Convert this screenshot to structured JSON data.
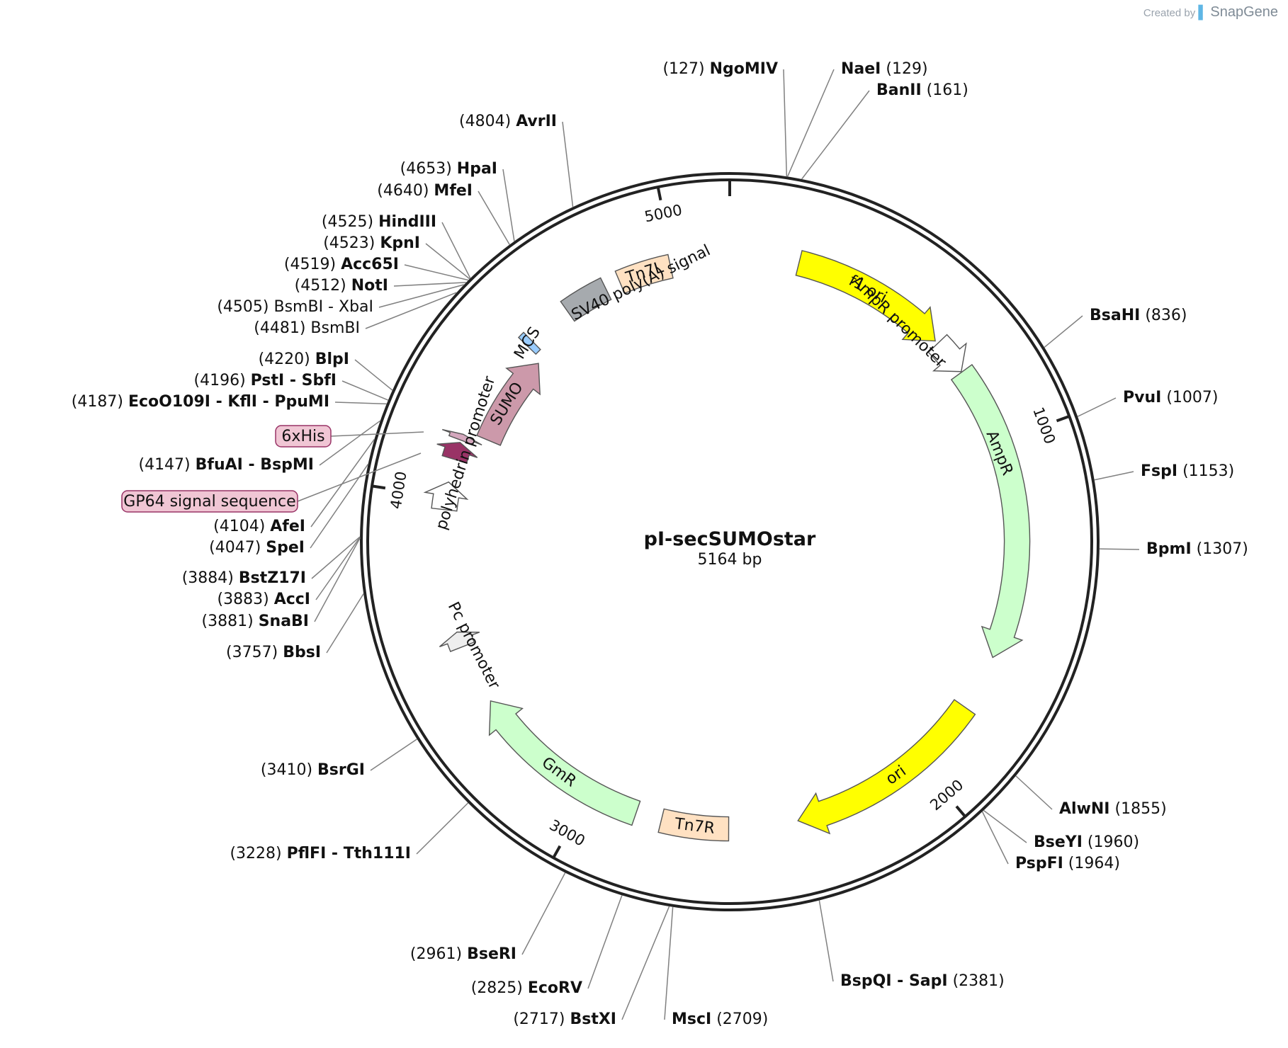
{
  "credit": {
    "prefix": "Created by",
    "brand": "SnapGene"
  },
  "plasmid": {
    "name": "pI-secSUMOstar",
    "size_label": "5164 bp",
    "length": 5164
  },
  "ticks": [
    {
      "pos": 1000,
      "label": "1000"
    },
    {
      "pos": 2000,
      "label": "2000"
    },
    {
      "pos": 3000,
      "label": "3000"
    },
    {
      "pos": 4000,
      "label": "4000"
    },
    {
      "pos": 5000,
      "label": "5000"
    }
  ],
  "features": [
    {
      "id": "f1-ori",
      "label": "f1 ori",
      "start": 200,
      "end": 655,
      "color": "#ffff00",
      "radius": 0.78,
      "direction": 1,
      "label_inside": true
    },
    {
      "id": "amp-r-promoter",
      "label": "AmpR promoter",
      "start": 665,
      "end": 770,
      "color": "#ffffff",
      "radius": 0.78,
      "direction": 1,
      "label_inside": false
    },
    {
      "id": "amp-r",
      "label": "AmpR",
      "start": 772,
      "end": 1632,
      "color": "#ccffcc",
      "radius": 0.78,
      "direction": 1,
      "label_inside": false
    },
    {
      "id": "ori",
      "label": "ori",
      "start": 1795,
      "end": 2385,
      "color": "#ffff00",
      "radius": 0.78,
      "direction": 1,
      "label_inside": true
    },
    {
      "id": "tn7r",
      "label": "Tn7R",
      "start": 2585,
      "end": 2780,
      "color": "#ffe1c2",
      "radius": 0.78,
      "direction": 0,
      "label_inside": true
    },
    {
      "id": "gm-r",
      "label": "GmR",
      "start": 2855,
      "end": 3390,
      "color": "#ccffcc",
      "radius": 0.78,
      "direction": 1,
      "label_inside": true
    },
    {
      "id": "pc-promoter",
      "label": "Pc promoter",
      "start": 3565,
      "end": 3610,
      "color": "#eeeeee",
      "radius": 0.78,
      "direction": 1,
      "label_inside": false
    },
    {
      "id": "polyhedrin-promoter-arrow",
      "label": "",
      "start": 3965,
      "end": 4045,
      "color": "#ffffff",
      "radius": 0.78,
      "direction": 1,
      "label_inside": false
    },
    {
      "id": "gp64-signal-sequence",
      "label": "",
      "start": 4112,
      "end": 4163,
      "color": "#993366",
      "radius": 0.78,
      "direction": 1,
      "label_inside": false
    },
    {
      "id": "6xhis",
      "label": "",
      "start": 4170,
      "end": 4188,
      "color": "#d4a7bd",
      "radius": 0.78,
      "direction": 1,
      "label_inside": false
    },
    {
      "id": "sumo",
      "label": "SUMO",
      "start": 4200,
      "end": 4490,
      "color": "#cc99aa",
      "radius": 0.71,
      "direction": 1,
      "label_inside": true
    },
    {
      "id": "mcs",
      "label": "MCS",
      "start": 4505,
      "end": 4525,
      "color": "#99ccff",
      "radius": 0.765,
      "direction": 0,
      "label_inside": false
    },
    {
      "id": "sv40-poly-a-signal",
      "label": "SV40 poly(A) signal",
      "start": 4660,
      "end": 4790,
      "color": "#a6aaae",
      "radius": 0.765,
      "direction": 0,
      "label_inside": false
    },
    {
      "id": "tn7l",
      "label": "Tn7L",
      "start": 4835,
      "end": 4990,
      "color": "#ffe1c2",
      "radius": 0.765,
      "direction": 0,
      "label_inside": true
    }
  ],
  "inner_labels": [
    {
      "id": "ampr-promoter-label",
      "text": "AmpR promoter"
    },
    {
      "id": "ampr-label",
      "text": "AmpR"
    },
    {
      "id": "pc-promoter-label",
      "text": "Pc promoter"
    },
    {
      "id": "polyhedrin-promoter-label",
      "text": "polyhedrin promoter"
    },
    {
      "id": "mcs-label",
      "text": "MCS"
    },
    {
      "id": "sv40-label",
      "text": "SV40 poly(A) signal"
    }
  ],
  "sites": [
    {
      "name": "NgoMIV",
      "pos": 127,
      "bold": true,
      "label_pos": "(127)",
      "num_first": true
    },
    {
      "name": "NaeI",
      "pos": 129,
      "bold": true,
      "label_pos": "(129)",
      "num_first": false
    },
    {
      "name": "BanII",
      "pos": 161,
      "bold": true,
      "label_pos": "(161)",
      "num_first": false
    },
    {
      "name": "BsaHI",
      "pos": 836,
      "bold": true,
      "label_pos": "(836)",
      "num_first": false
    },
    {
      "name": "PvuI",
      "pos": 1007,
      "bold": true,
      "label_pos": "(1007)",
      "num_first": false
    },
    {
      "name": "FspI",
      "pos": 1153,
      "bold": true,
      "label_pos": "(1153)",
      "num_first": false
    },
    {
      "name": "BpmI",
      "pos": 1307,
      "bold": true,
      "label_pos": "(1307)",
      "num_first": false
    },
    {
      "name": "AlwNI",
      "pos": 1855,
      "bold": true,
      "label_pos": "(1855)",
      "num_first": false
    },
    {
      "name": "BseYI",
      "pos": 1960,
      "bold": true,
      "label_pos": "(1960)",
      "num_first": false
    },
    {
      "name": "PspFI",
      "pos": 1964,
      "bold": true,
      "label_pos": "(1964)",
      "num_first": false
    },
    {
      "name": "BspQI - SapI",
      "pos": 2381,
      "bold": true,
      "label_pos": "(2381)",
      "num_first": false
    },
    {
      "name": "MscI",
      "pos": 2709,
      "bold": true,
      "label_pos": "(2709)",
      "num_first": false
    },
    {
      "name": "BstXI",
      "pos": 2717,
      "bold": true,
      "label_pos": "(2717)",
      "num_first": true
    },
    {
      "name": "EcoRV",
      "pos": 2825,
      "bold": true,
      "label_pos": "(2825)",
      "num_first": true
    },
    {
      "name": "BseRI",
      "pos": 2961,
      "bold": true,
      "label_pos": "(2961)",
      "num_first": true
    },
    {
      "name": "PflFI - Tth111I",
      "pos": 3228,
      "bold": true,
      "label_pos": "(3228)",
      "num_first": true
    },
    {
      "name": "BsrGI",
      "pos": 3410,
      "bold": true,
      "label_pos": "(3410)",
      "num_first": true
    },
    {
      "name": "BbsI",
      "pos": 3757,
      "bold": true,
      "label_pos": "(3757)",
      "num_first": true
    },
    {
      "name": "SnaBI",
      "pos": 3881,
      "bold": true,
      "label_pos": "(3881)",
      "num_first": true
    },
    {
      "name": "AccI",
      "pos": 3883,
      "bold": true,
      "label_pos": "(3883)",
      "num_first": true
    },
    {
      "name": "BstZ17I",
      "pos": 3884,
      "bold": true,
      "label_pos": "(3884)",
      "num_first": true
    },
    {
      "name": "SpeI",
      "pos": 4047,
      "bold": true,
      "label_pos": "(4047)",
      "num_first": true
    },
    {
      "name": "AfeI",
      "pos": 4104,
      "bold": true,
      "label_pos": "(4104)",
      "num_first": true
    },
    {
      "name": "BfuAI - BspMI",
      "pos": 4147,
      "bold": true,
      "label_pos": "(4147)",
      "num_first": true
    },
    {
      "name": "EcoO109I - KflI - PpuMI",
      "pos": 4187,
      "bold": true,
      "label_pos": "(4187)",
      "num_first": true
    },
    {
      "name": "PstI - SbfI",
      "pos": 4196,
      "bold": true,
      "label_pos": "(4196)",
      "num_first": true
    },
    {
      "name": "BlpI",
      "pos": 4220,
      "bold": true,
      "label_pos": "(4220)",
      "num_first": true
    },
    {
      "name": "BsmBI",
      "pos": 4481,
      "bold": false,
      "label_pos": "(4481)",
      "num_first": true
    },
    {
      "name": "BsmBI - XbaI",
      "pos": 4505,
      "bold": false,
      "label_pos": "(4505)",
      "num_first": true
    },
    {
      "name": "NotI",
      "pos": 4512,
      "bold": true,
      "label_pos": "(4512)",
      "num_first": true
    },
    {
      "name": "Acc65I",
      "pos": 4519,
      "bold": true,
      "label_pos": "(4519)",
      "num_first": true
    },
    {
      "name": "KpnI",
      "pos": 4523,
      "bold": true,
      "label_pos": "(4523)",
      "num_first": true
    },
    {
      "name": "HindIII",
      "pos": 4525,
      "bold": true,
      "label_pos": "(4525)",
      "num_first": true
    },
    {
      "name": "MfeI",
      "pos": 4640,
      "bold": true,
      "label_pos": "(4640)",
      "num_first": true
    },
    {
      "name": "HpaI",
      "pos": 4653,
      "bold": true,
      "label_pos": "(4653)",
      "num_first": true
    },
    {
      "name": "AvrII",
      "pos": 4804,
      "bold": true,
      "label_pos": "(4804)",
      "num_first": true
    }
  ],
  "callouts": [
    {
      "id": "6xhis-callout",
      "text": "6xHis",
      "fill": "#f0c6d4",
      "stroke": "#993366"
    },
    {
      "id": "gp64-callout",
      "text": "GP64 signal sequence",
      "fill": "#f0c6d4",
      "stroke": "#993366"
    }
  ],
  "colors": {
    "backbone": "#222222",
    "leader": "#808080",
    "text": "#111111"
  }
}
